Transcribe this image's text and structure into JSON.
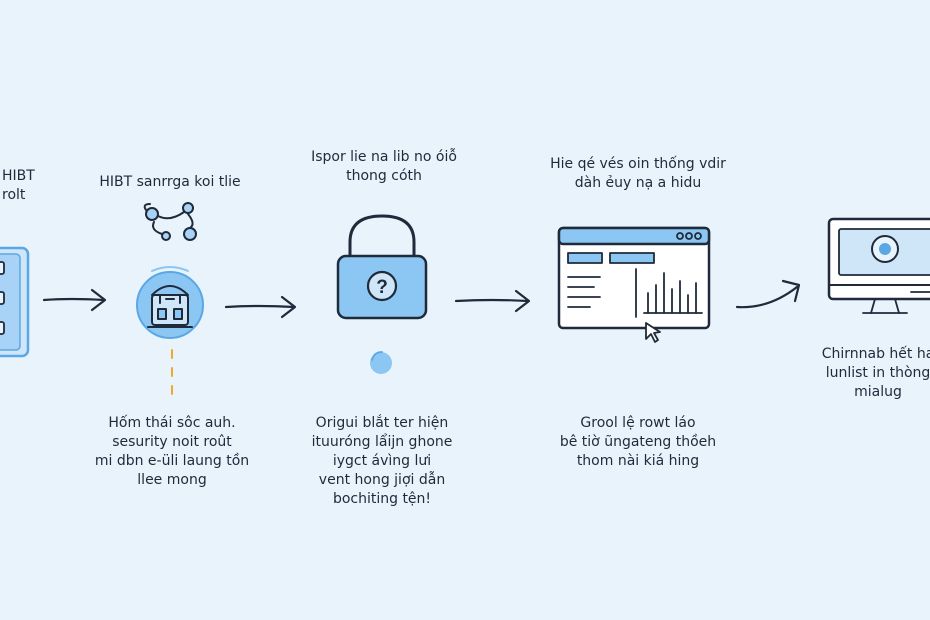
{
  "steps": [
    {
      "top": [
        "HIBT",
        "rolt"
      ],
      "bottom": []
    },
    {
      "top": [
        "HIBT sanrrga koi tlie"
      ],
      "bottom": [
        "Hốm thái sôc auh.",
        "sesurity noit roût",
        "mi dbn e-üli laung tồn",
        "llee mong"
      ]
    },
    {
      "top": [
        "Ispor lie na lib no óiỗ",
        "thong cóth"
      ],
      "bottom": [
        "Origui blắt ter hiện",
        "ituuróng lẩijn ghone",
        "iygct ávìng lưi",
        "vent hong jiợi dẫn",
        "bochiting tện!"
      ]
    },
    {
      "top": [
        "Hie qé vés oin thống vdir",
        "dàh ẻuy nạ a hidu"
      ],
      "bottom": [
        "Grool lệ rowt láo",
        "bê tiờ ũngateng thồeh",
        "thom nài kiá hing"
      ]
    },
    {
      "top": [],
      "bottom": [
        "Chirnnab hết ha",
        "lunlist in thòng",
        "mialug"
      ]
    }
  ],
  "icons": {
    "step1": "server-rack-icon",
    "step2": "security-hub-icon",
    "step3": "padlock-question-icon",
    "step4": "dashboard-chart-icon",
    "step5": "monitor-icon",
    "arrow": "arrow-right-icon"
  },
  "colors": {
    "background": "#e8f3fc",
    "accent": "#8cc6f2",
    "accent_dark": "#5aa7e6",
    "ink": "#1f2a3a",
    "dashed": "#f0a826"
  },
  "glyphs": {
    "step3_question": "?"
  }
}
